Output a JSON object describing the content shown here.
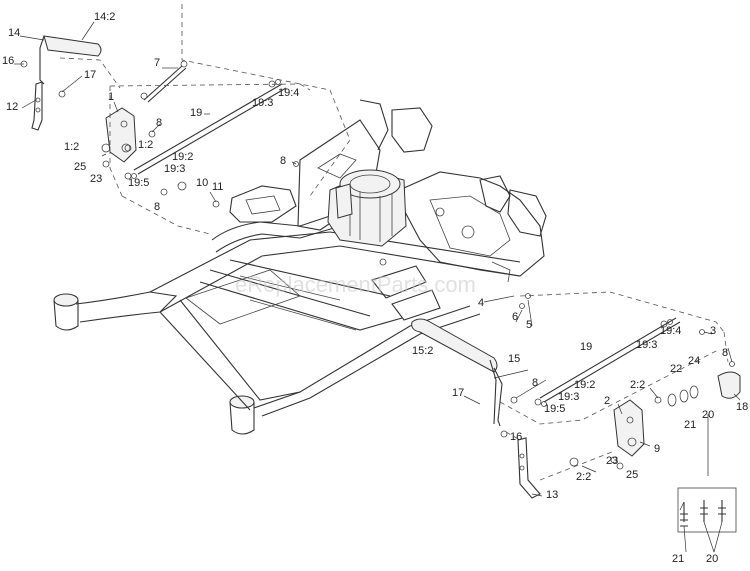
{
  "watermark": "eReplacementParts.com",
  "callouts": {
    "c14_2": "14:2",
    "c14": "14",
    "c16a": "16",
    "c17a": "17",
    "c12": "12",
    "c7": "7",
    "c19a": "19",
    "c19_4a": "19:4",
    "c19_3a": "19:3",
    "c1": "1",
    "c8a": "8",
    "c1_2a": "1:2",
    "c1_2b": "1:2",
    "c25a": "25",
    "c19_2a": "19:2",
    "c19_3b": "19:3",
    "c23a": "23",
    "c19_5a": "19:5",
    "c8b": "8",
    "c10": "10",
    "c11": "11",
    "c8c": "8",
    "c4": "4",
    "c6": "6",
    "c5": "5",
    "c19b": "19",
    "c19_4b": "19:4",
    "c3": "3",
    "c19_3c": "19:3",
    "c15_2": "15:2",
    "c15": "15",
    "c8d": "8",
    "c19_2b": "19:2",
    "c19_3d": "19:3",
    "c19_5b": "19:5",
    "c17b": "17",
    "c16b": "16",
    "c13": "13",
    "c2_2a": "2:2",
    "c2": "2",
    "c22": "22",
    "c24": "24",
    "c8e": "8",
    "c20a": "20",
    "c21a": "21",
    "c18": "18",
    "c9": "9",
    "c23b": "23",
    "c25b": "25",
    "c2_2b": "2:2",
    "c21b": "21",
    "c20b": "20"
  }
}
